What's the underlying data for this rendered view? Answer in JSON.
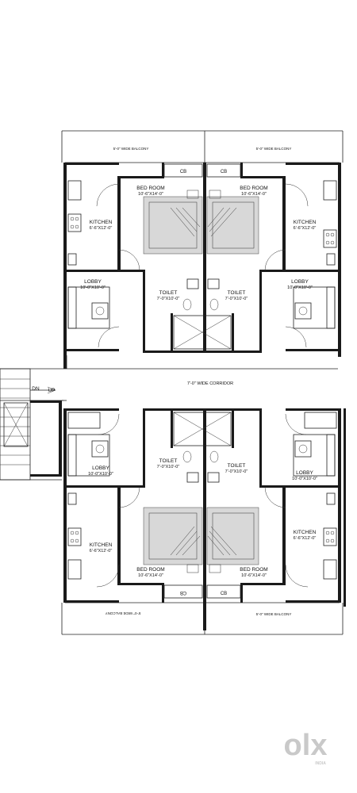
{
  "plan": {
    "balcony_top_left": "5'-0\" WIDE BALCONY",
    "balcony_top_right": "5'-0\" WIDE BALCONY",
    "balcony_bottom_left": "5'-0\" WIDE BALCONY",
    "balcony_bottom_right": "5'-0\" WIDE BALCONY",
    "cb": "CB",
    "bedroom_name": "BED ROOM",
    "bedroom_size": "10'-6\"X14'-0\"",
    "kitchen_name": "KITCHEN",
    "kitchen_size": "6'-6\"X12'-0\"",
    "lobby_name": "LOBBY",
    "lobby_size": "10'-0\"X10'-0\"",
    "toilet_name": "TOILET",
    "toilet_size": "7'-0\"X10'-0\"",
    "corridor": "7'-0\" WIDE CORRIDOR",
    "stair_dn": "DN",
    "stair_up": "UP"
  },
  "watermark": {
    "brand": "olx",
    "sub": "INDIA"
  }
}
